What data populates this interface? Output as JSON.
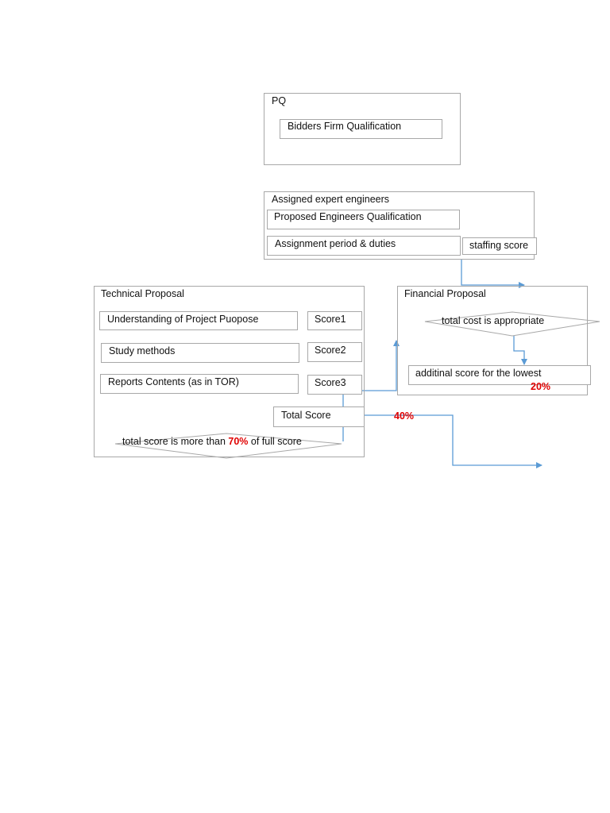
{
  "pq": {
    "title": "PQ",
    "firm_qualification": "Bidders Firm Qualification"
  },
  "experts": {
    "title": "Assigned expert engineers",
    "proposed_qualification": "Proposed Engineers Qualification",
    "assignment_period": "Assignment period & duties",
    "staffing_score": "staffing score"
  },
  "technical": {
    "title": "Technical Proposal",
    "items": [
      {
        "label": "Understanding of Project Puopose",
        "score": "Score1"
      },
      {
        "label": "Study methods",
        "score": "Score2"
      },
      {
        "label": "Reports Contents (as in TOR)",
        "score": "Score3"
      }
    ],
    "total_score": "Total Score",
    "threshold_prefix": "total score is more than ",
    "threshold_value": "70%",
    "threshold_suffix": " of full score"
  },
  "financial": {
    "title": "Financial Proposal",
    "cost_check": "total cost is appropriate",
    "additional_score": "additinal score for the lowest",
    "additional_pct": "20%"
  },
  "connectors": {
    "technical_weight": "40%"
  },
  "colors": {
    "border": "#a8a8a8",
    "arrow": "#5b9bd5",
    "highlight": "#e00000"
  }
}
